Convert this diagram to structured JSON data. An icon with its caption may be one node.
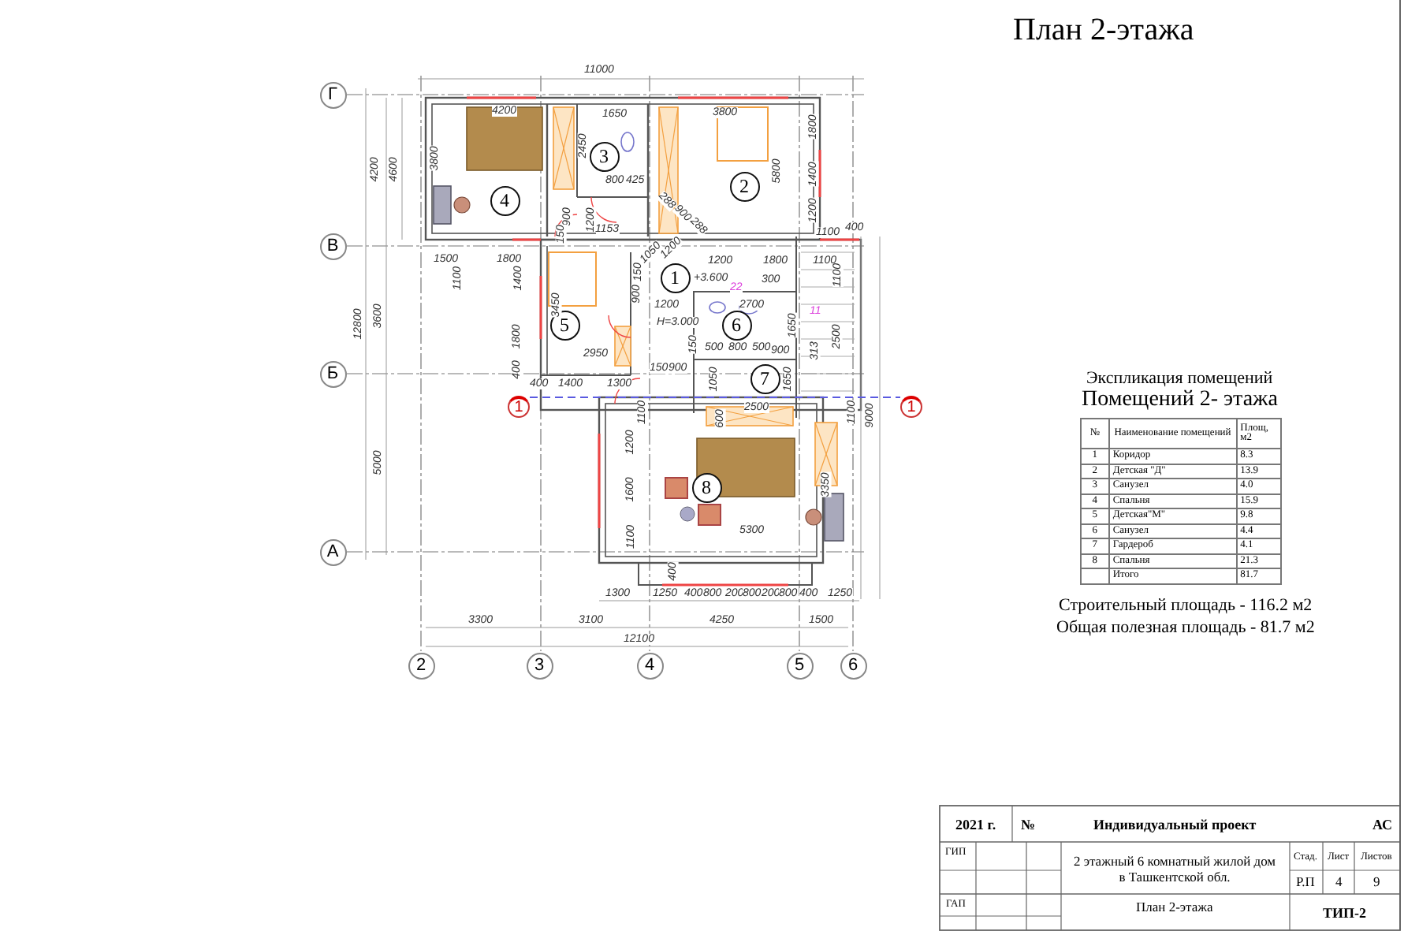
{
  "diagram": {
    "title": "План 2-этажа",
    "nodes": [
      {
        "text": [
          "1"
        ]
      },
      {
        "text": [
          "2"
        ]
      },
      {
        "text": [
          "3"
        ]
      },
      {
        "text": [
          "4"
        ]
      },
      {
        "text": [
          "5"
        ]
      },
      {
        "text": [
          "6"
        ]
      },
      {
        "text": [
          "7"
        ]
      },
      {
        "text": [
          "8"
        ]
      },
      {
        "text": [
          "Г"
        ]
      },
      {
        "text": [
          "В"
        ]
      },
      {
        "text": [
          "Б"
        ]
      },
      {
        "text": [
          "А"
        ]
      },
      {
        "text": [
          "2"
        ]
      },
      {
        "text": [
          "3"
        ]
      },
      {
        "text": [
          "4"
        ]
      },
      {
        "text": [
          "5"
        ]
      },
      {
        "text": [
          "6"
        ]
      },
      {
        "text": [
          "1"
        ]
      },
      {
        "text": [
          "1"
        ]
      }
    ],
    "edges": [
      {
        "from": 17,
        "to": 18,
        "arrow": "none",
        "style": "dashed"
      }
    ],
    "labels": [
      "11000",
      "4200",
      "1650",
      "3800",
      "4200",
      "4600",
      "3800",
      "2450",
      "1800",
      "5800",
      "1400",
      "800",
      "425",
      "288",
      "900",
      "288",
      "900",
      "1200",
      "1200",
      "150",
      "1153",
      "1100",
      "400",
      "1500",
      "1800",
      "1050",
      "1200",
      "1200",
      "1800",
      "1100",
      "1100",
      "1400",
      "150",
      "+3.600",
      "22",
      "300",
      "1100",
      "900",
      "12800",
      "3600",
      "3450",
      "1200",
      "2700",
      "11",
      "H=3.000",
      "1800",
      "2950",
      "150",
      "500",
      "800",
      "500",
      "900",
      "1650",
      "313",
      "2500",
      "150",
      "900",
      "400",
      "400",
      "1400",
      "1300",
      "1050",
      "1650",
      "1100",
      "1100",
      "9000",
      "2500",
      "600",
      "1200",
      "5000",
      "1600",
      "3350",
      "5300",
      "1100",
      "400",
      "1300",
      "1250",
      "400",
      "800",
      "200",
      "800",
      "200",
      "800",
      "400",
      "1250",
      "3300",
      "3100",
      "4250",
      "1500",
      "12100",
      "Экспликация помещений",
      "Помещений 2- этажа",
      "№",
      "Наименование помещений",
      "Площ, м2",
      "1",
      "Коридор",
      "8.3",
      "2",
      "Детская \"Д\"",
      "13.9",
      "3",
      "Санузел",
      "4.0",
      "4",
      "Спальня",
      "15.9",
      "5",
      "Детская\"М\"",
      "9.8",
      "6",
      "Санузел",
      "4.4",
      "7",
      "Гардероб",
      "4.1",
      "8",
      "Спальня",
      "21.3",
      "Итого",
      "81.7",
      "Строительный площадь - 116.2 м2",
      "Общая полезная площадь - 81.7 м2",
      "2021 г.",
      "№",
      "Индивидуальный проект",
      "АС",
      "ГИП",
      "2 этажный 6 комнатный жилой дом в Ташкентской обл.",
      "Стад.",
      "Лист",
      "Листов",
      "Р.П",
      "4",
      "9",
      "ГАП",
      "План 2-этажа",
      "ТИП-2"
    ]
  }
}
